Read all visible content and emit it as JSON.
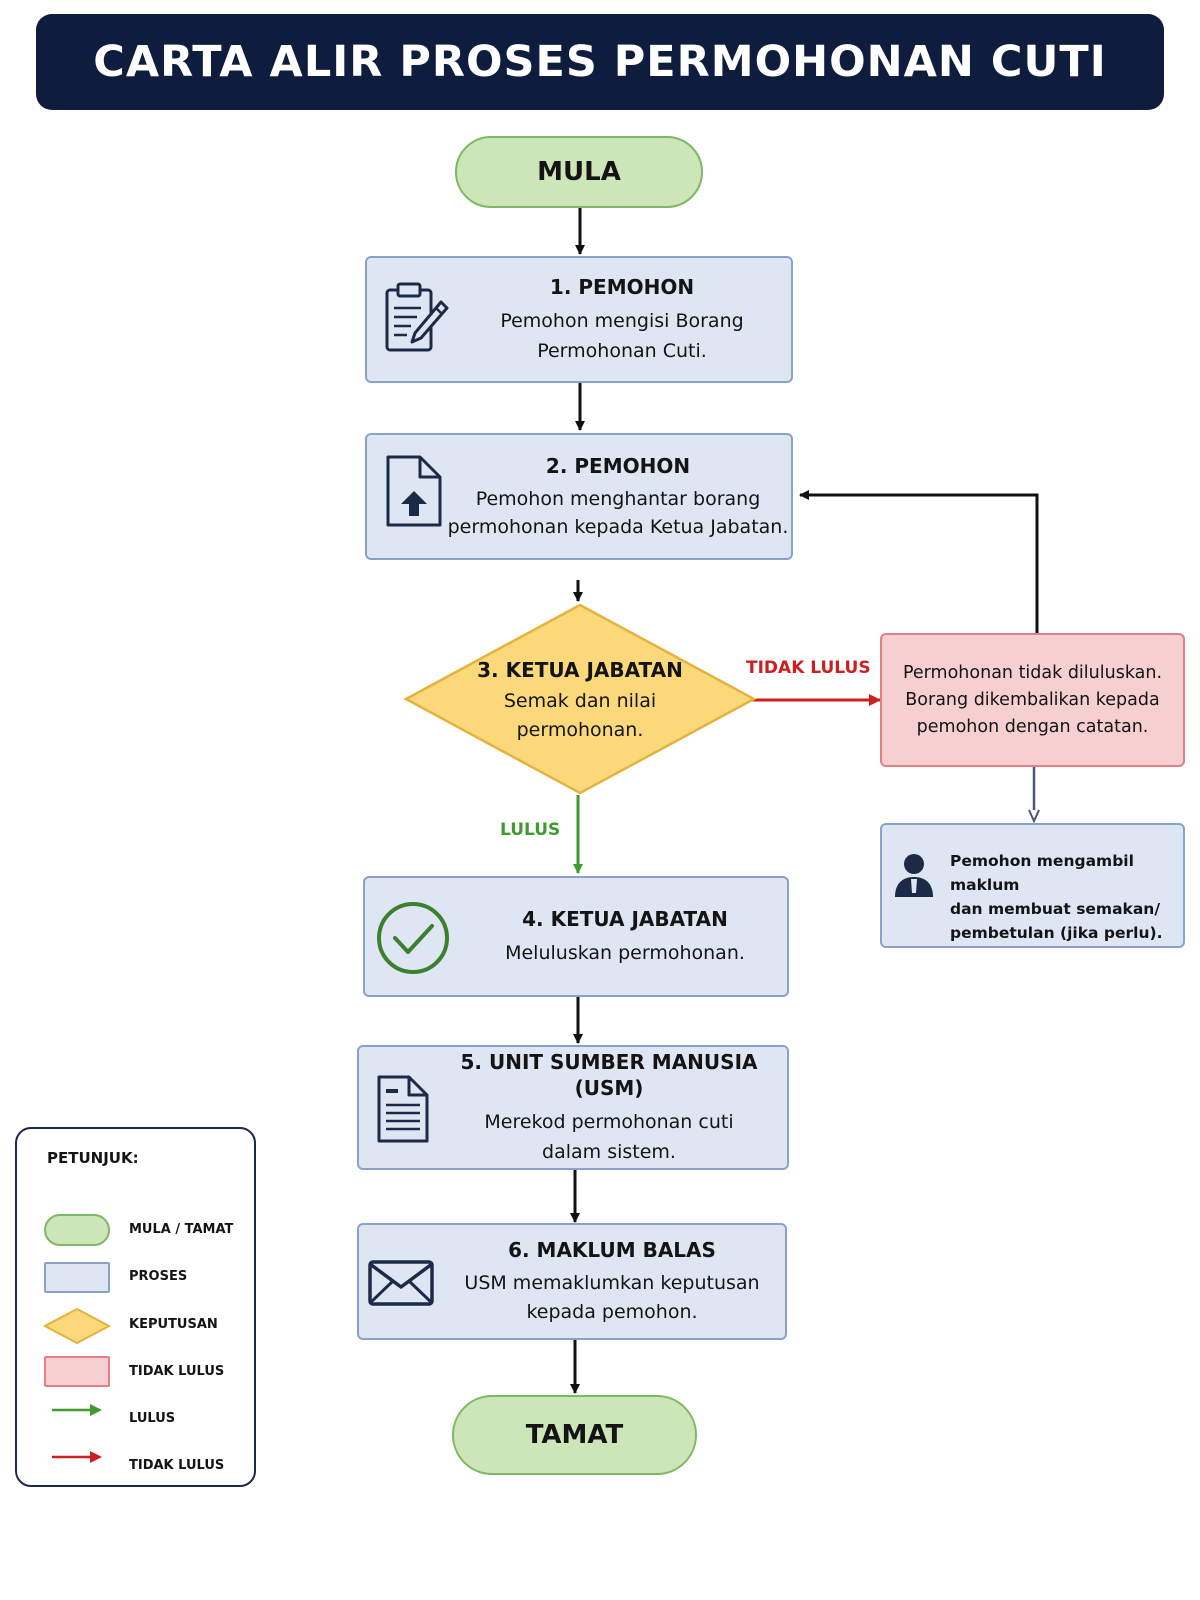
{
  "title": "CARTA ALIR PROSES PERMOHONAN CUTI",
  "start_label": "MULA",
  "end_label": "TAMAT",
  "steps": [
    {
      "title": "1. PEMOHON",
      "desc_lines": [
        "Pemohon mengisi Borang",
        "Permohonan Cuti."
      ],
      "icon": "clipboard-pencil-icon"
    },
    {
      "title": "2. PEMOHON",
      "desc_lines": [
        "Pemohon menghantar borang",
        "permohonan kepada Ketua Jabatan."
      ],
      "icon": "document-upload-icon"
    },
    {
      "title": "4. KETUA JABATAN",
      "desc_lines": [
        "Meluluskan permohonan."
      ],
      "icon": "check-circle-icon"
    },
    {
      "title": "5. UNIT SUMBER MANUSIA (USM)",
      "desc_lines": [
        "Merekod permohonan cuti",
        "dalam sistem."
      ],
      "icon": "document-lines-icon"
    },
    {
      "title": "6. MAKLUM BALAS",
      "desc_lines": [
        "USM memaklumkan keputusan",
        "kepada pemohon."
      ],
      "icon": "envelope-icon"
    }
  ],
  "decision": {
    "title": "3. KETUA JABATAN",
    "desc_lines": [
      "Semak dan nilai",
      "permohonan."
    ]
  },
  "branch_labels": {
    "rejected": "TIDAK LULUS",
    "approved": "LULUS"
  },
  "reject_box": {
    "lines": [
      "Permohonan tidak diluluskan.",
      "Borang dikembalikan kepada",
      "pemohon dengan catatan."
    ]
  },
  "note_box": {
    "lines": [
      "Pemohon mengambil maklum",
      "dan membuat semakan/",
      "pembetulan (jika perlu)."
    ],
    "icon": "person-icon"
  },
  "legend": {
    "title": "PETUNJUK:",
    "items": [
      {
        "label": "MULA / TAMAT"
      },
      {
        "label": "PROSES"
      },
      {
        "label": "KEPUTUSAN"
      },
      {
        "label": "TIDAK LULUS"
      },
      {
        "label": "LULUS"
      },
      {
        "label": "TIDAK LULUS"
      }
    ]
  },
  "colors": {
    "navy": "#0e1c3d",
    "terminal_fill": "#cde6b9",
    "terminal_border": "#7fb864",
    "process_fill": "#dfe6f3",
    "process_border": "#8aa2c8",
    "decision_fill": "#fbd97a",
    "decision_border": "#e4b23e",
    "reject_fill": "#f6cfd1",
    "reject_border": "#e07f84",
    "approve_arrow": "#3f9a2f",
    "reject_arrow": "#cc1f1f",
    "icon_color": "#1c2a48"
  }
}
